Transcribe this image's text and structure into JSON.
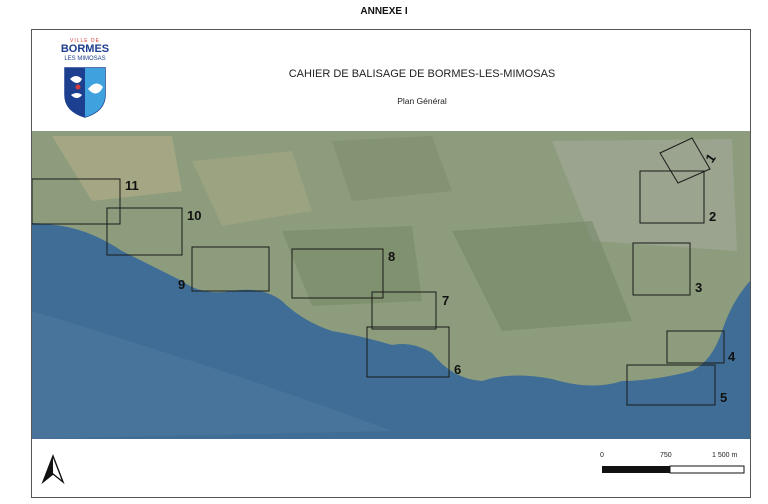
{
  "header": {
    "annexe": "ANNEXE I"
  },
  "logo": {
    "ville": "VILLE DE",
    "name_line1": "BORMES",
    "name_line2": "LES MIMOSAS"
  },
  "title": "CAHIER DE BALISAGE DE BORMES-LES-MIMOSAS",
  "subtitle": "Plan Général",
  "zones": [
    "1",
    "2",
    "3",
    "4",
    "5",
    "6",
    "7",
    "8",
    "9",
    "10",
    "11"
  ],
  "scale": {
    "labels": [
      "0",
      "750",
      "1 500 m"
    ]
  },
  "colors": {
    "sea": "#3f6d95",
    "land": "#8c9c7c",
    "frame": "#555555",
    "zone_box": "#1a1a1a"
  }
}
